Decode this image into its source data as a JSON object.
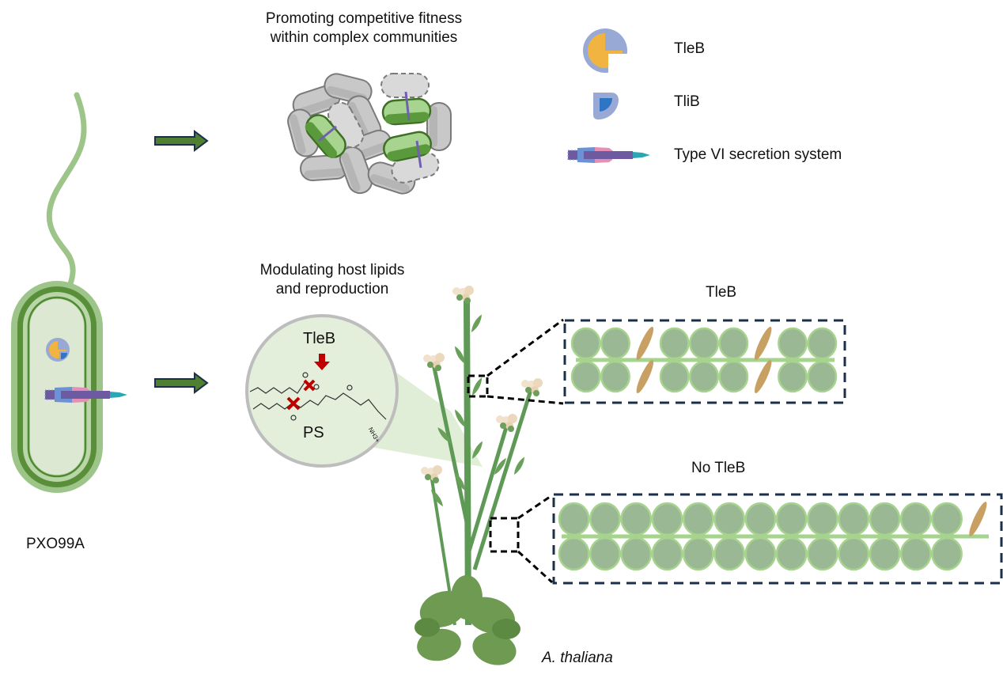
{
  "title_top": {
    "line1": "Promoting competitive fitness",
    "line2": "within complex communities"
  },
  "title_bottom": {
    "line1": "Modulating host lipids",
    "line2": "and reproduction"
  },
  "strain_label": "PXO99A",
  "legend": [
    {
      "icon": "tleb-effector-icon",
      "label": "TleB"
    },
    {
      "icon": "tlib-immunity-icon",
      "label": "TliB"
    },
    {
      "icon": "t6ss-icon",
      "label": "Type VI secretion system"
    }
  ],
  "lipid_inset": {
    "enzyme_label": "TleB",
    "substrate_label": "PS",
    "head_group": "NH3+"
  },
  "zoom_panels": [
    {
      "label": "TleB",
      "seeds_normal": 14,
      "seeds_aborted": 4
    },
    {
      "label": "No TleB",
      "seeds_normal": 26,
      "seeds_aborted": 1
    }
  ],
  "plant_label": "A. thaliana",
  "colors": {
    "bacterium_outer": "#9dc58a",
    "bacterium_wall": "#5a8f3a",
    "bacterium_fill": "#dce8d2",
    "arrow_fill": "#4f7f30",
    "arrow_stroke": "#1c2f4a",
    "tleb": "#f2b441",
    "tlib": "#2e75c4",
    "protein_outline": "#98a9d6",
    "seed": "#9bb894",
    "seed_outline": "#a6d38d",
    "aborted_seed": "#c8a064",
    "zoom_box": "#1c2f4a",
    "plant_stem": "#5e9a55",
    "lipid_bg": "#e3efda",
    "cut_mark": "#c00000"
  }
}
